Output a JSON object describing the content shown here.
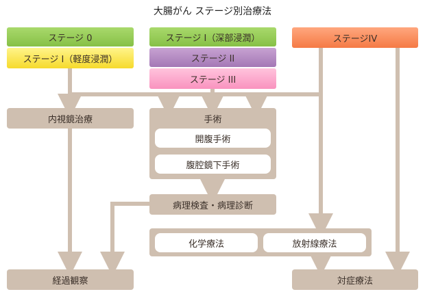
{
  "title": "大腸がん ステージ別治療法",
  "stages": {
    "stage0": "ステージ 0",
    "stage1_mild": "ステージ I（軽度浸潤）",
    "stage1_deep": "ステージ I（深部浸潤）",
    "stage2": "ステージ II",
    "stage3": "ステージ III",
    "stage4": "ステージIV"
  },
  "treatments": {
    "endoscopic": "内視鏡治療",
    "surgery": "手術",
    "open_surgery": "開腹手術",
    "laparoscopic": "腹腔鏡下手術",
    "pathology": "病理検査・病理診断",
    "chemotherapy": "化学療法",
    "radiation": "放射線療法",
    "observation": "経過観察",
    "symptomatic": "対症療法"
  },
  "colors": {
    "green": "#86c046",
    "yellow": "#f6da2c",
    "purple": "#a478b6",
    "pink": "#f993bf",
    "orange": "#f57a45",
    "tan": "#cfbfb0",
    "arrow": "#cfbfb0"
  }
}
